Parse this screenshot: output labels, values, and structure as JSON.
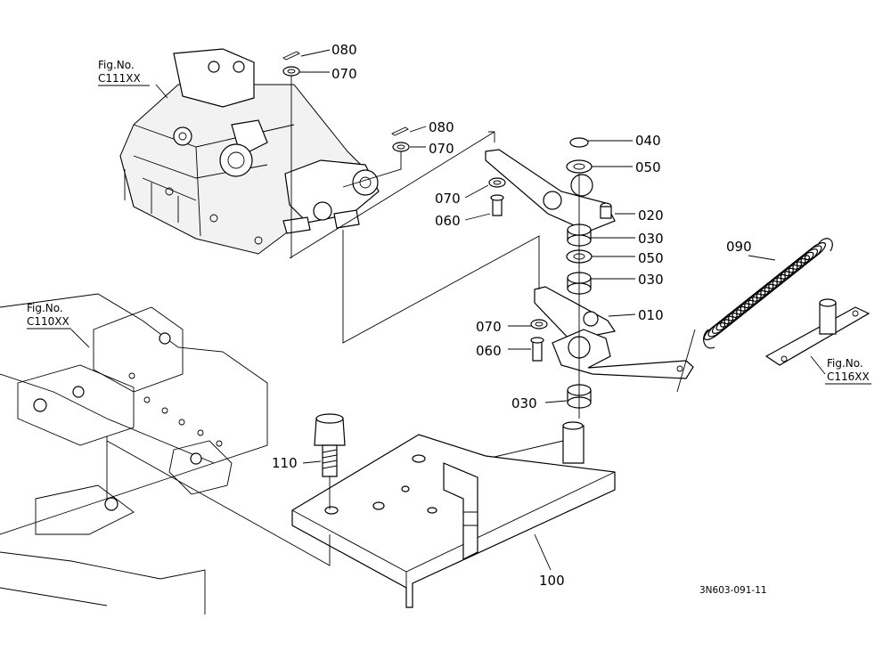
{
  "figure_refs": [
    {
      "id": "ref-c111",
      "line1": "Fig.No.",
      "line2": "C111XX"
    },
    {
      "id": "ref-c110",
      "line1": "Fig.No.",
      "line2": "C110XX"
    },
    {
      "id": "ref-c116",
      "line1": "Fig.No.",
      "line2": "C116XX"
    }
  ],
  "part_numbers": {
    "p080a": "080",
    "p070a": "070",
    "p080b": "080",
    "p070b": "070",
    "p040": "040",
    "p050a": "050",
    "p070c": "070",
    "p060a": "060",
    "p020": "020",
    "p030a": "030",
    "p050b": "050",
    "p030b": "030",
    "p090": "090",
    "p070d": "070",
    "p010": "010",
    "p060b": "060",
    "p030c": "030",
    "p110": "110",
    "p100": "100"
  },
  "drawing_code": "3N603-091-11"
}
